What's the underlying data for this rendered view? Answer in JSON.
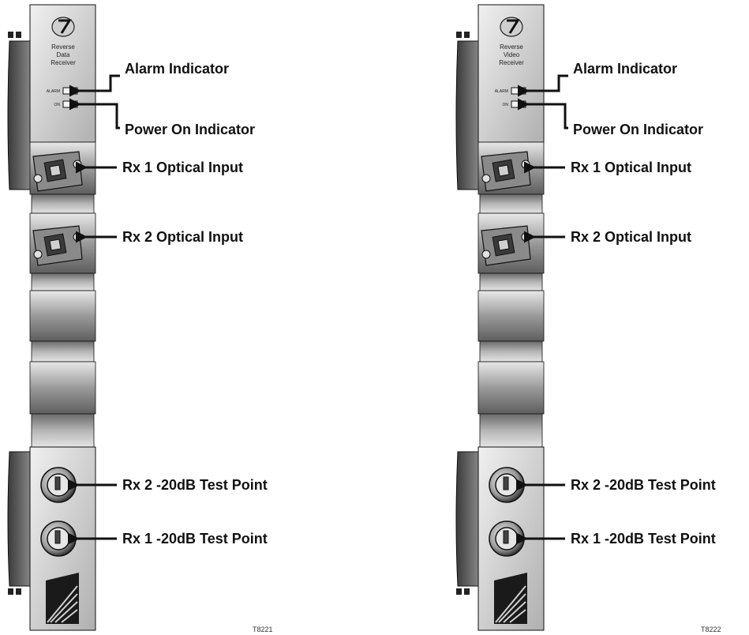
{
  "modules": [
    {
      "title_lines": [
        "Reverse",
        "Data",
        "Receiver"
      ],
      "led_labels": {
        "alarm": "ALARM",
        "power": "ON"
      },
      "callouts": {
        "alarm": "Alarm Indicator",
        "power": "Power On Indicator",
        "rx1_optical": "Rx 1 Optical Input",
        "rx2_optical": "Rx 2 Optical Input",
        "rx2_test": "Rx 2 -20dB Test Point",
        "rx1_test": "Rx 1 -20dB Test Point"
      },
      "figure_id": "T8221"
    },
    {
      "title_lines": [
        "Reverse",
        "Video",
        "Receiver"
      ],
      "led_labels": {
        "alarm": "ALARM",
        "power": "ON"
      },
      "callouts": {
        "alarm": "Alarm Indicator",
        "power": "Power On Indicator",
        "rx1_optical": "Rx 1 Optical Input",
        "rx2_optical": "Rx 2 Optical Input",
        "rx2_test": "Rx 2 -20dB Test Point",
        "rx1_test": "Rx 1 -20dB Test Point"
      },
      "figure_id": "T8222"
    }
  ],
  "colors": {
    "panel_light": "#d9d9d9",
    "panel_mid": "#a8a8a8",
    "panel_dark": "#555555",
    "ink": "#111111"
  }
}
